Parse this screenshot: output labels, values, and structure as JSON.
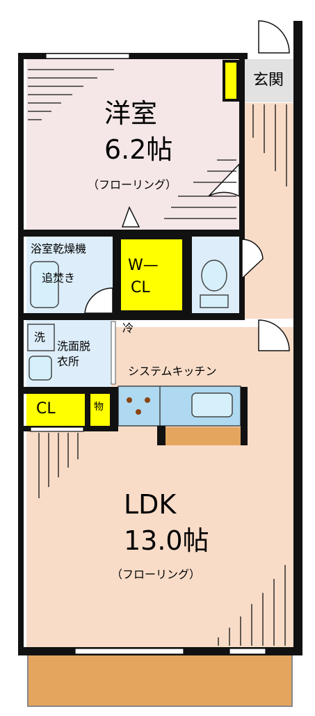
{
  "rooms": {
    "western_room": {
      "name": "洋室",
      "size": "6.2帖",
      "floor": "（フローリング）"
    },
    "ldk": {
      "name": "LDK",
      "size": "13.0帖",
      "floor": "（フローリング）"
    },
    "entrance": "玄関",
    "bathroom": {
      "name": "浴室乾燥機",
      "feature": "追焚き"
    },
    "walk_in_closet": {
      "line1": "W—",
      "line2": "CL"
    },
    "washroom": {
      "name_line1": "洗面脱",
      "name_line2": "衣所"
    },
    "washer_mark": "洗",
    "closet": "CL",
    "storage": "物",
    "fridge": "冷",
    "kitchen": "システムキッチン"
  },
  "colors": {
    "wall": "#111111",
    "room_pink": "#f5e7e7",
    "ldk_floor": "#f8dcc8",
    "wet_area": "#ddeefa",
    "closet_yellow": "#ffff00",
    "balcony": "#e4a55e",
    "counter_blue": "#aed9f0",
    "stove_burner": "#8b4513"
  }
}
